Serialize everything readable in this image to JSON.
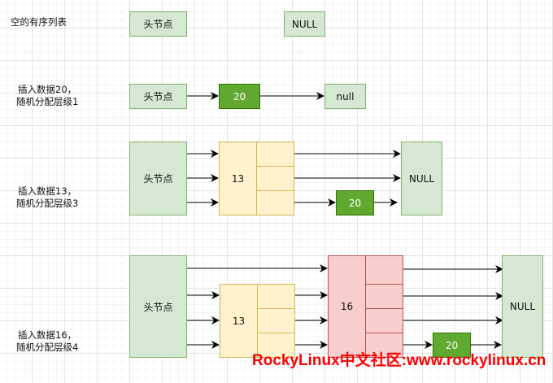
{
  "rows": [
    {
      "label_lines": [
        "空的有序列表"
      ],
      "head": "头节点",
      "tail": "NULL"
    },
    {
      "label_lines": [
        "插入数据20，",
        "随机分配层级1"
      ],
      "head": "头节点",
      "nodes": [
        "20"
      ],
      "tail": "null"
    },
    {
      "label_lines": [
        "插入数据13，",
        "随机分配层级3"
      ],
      "head": "头节点",
      "nodes": [
        {
          "value": "13",
          "levels": 3
        },
        {
          "value": "20",
          "levels": 1
        }
      ],
      "tail": "NULL"
    },
    {
      "label_lines": [
        "插入数据16，",
        "随机分配层级4"
      ],
      "head": "头节点",
      "nodes": [
        {
          "value": "13",
          "levels": 3
        },
        {
          "value": "16",
          "levels": 4
        },
        {
          "value": "20",
          "levels": 1
        }
      ],
      "tail": "NULL"
    }
  ],
  "colors": {
    "head_fill": "#d5e8d4",
    "head_stroke": "#82b366",
    "node20_fill": "#60a830",
    "node13_fill": "#fff2cc",
    "node16_fill": "#f8cecc",
    "watermark": "#ff0000"
  },
  "watermark": "RockyLinux中文社区:www.rockylinux.cn"
}
